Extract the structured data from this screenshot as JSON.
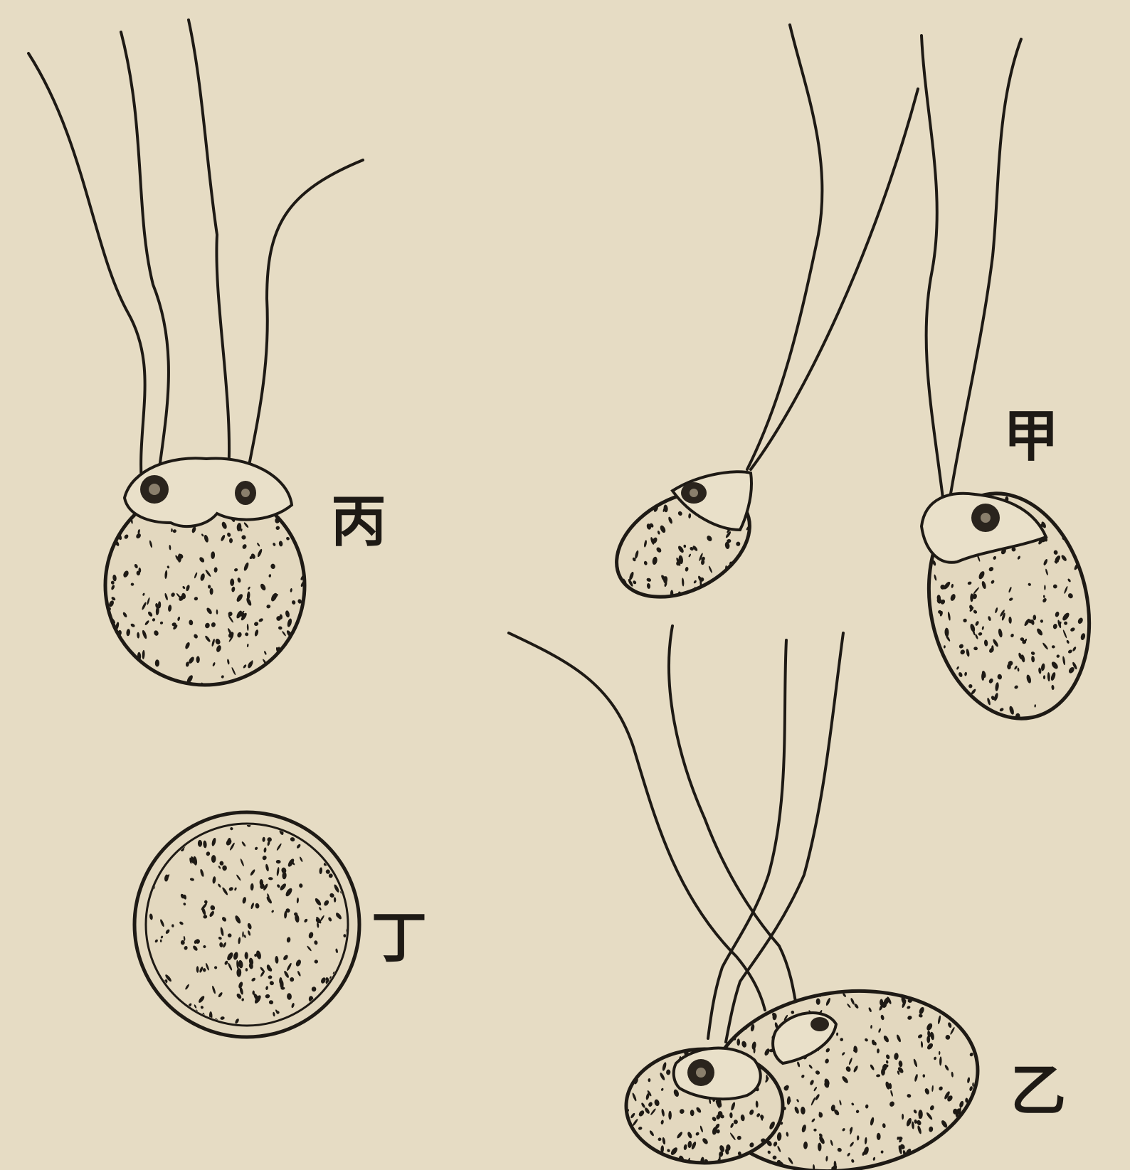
{
  "labels": {
    "jia": "甲",
    "yi": "乙",
    "bing": "丙",
    "ding": "丁"
  },
  "colors": {
    "paper": "#e6dcc4",
    "ink": "#1e1a15"
  }
}
